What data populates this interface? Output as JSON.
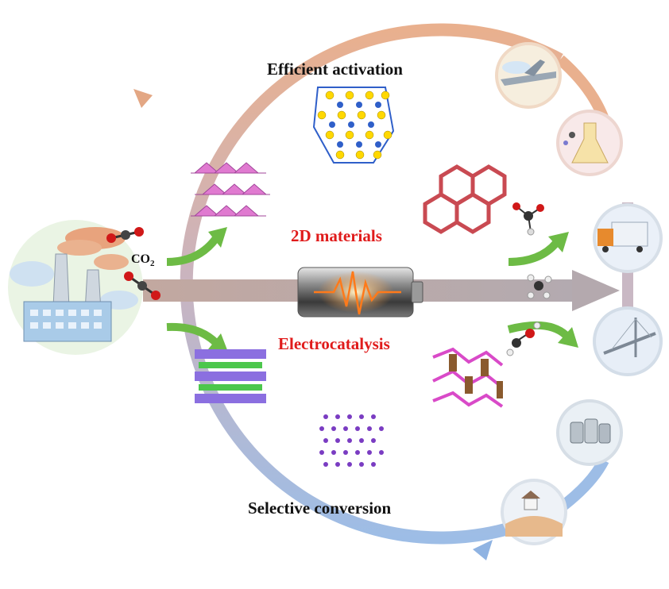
{
  "labels": {
    "top": "Efficient activation",
    "center_top": "2D materials",
    "center_bottom": "Electrocatalysis",
    "bottom": "Selective conversion",
    "co2_text": "CO",
    "co2_sub": "2"
  },
  "colors": {
    "arc_top": "#e9b08e",
    "arc_bottom": "#9dbde6",
    "main_arrow": "#b9a8a6",
    "green_arrow": "#6dbb45",
    "accent_red": "#e01b1b"
  },
  "applications": [
    {
      "name": "airplane-icon"
    },
    {
      "name": "chemistry-flask-icon"
    },
    {
      "name": "truck-icon"
    },
    {
      "name": "bridge-icon"
    },
    {
      "name": "oil-barrels-icon"
    },
    {
      "name": "farm-field-icon"
    }
  ]
}
